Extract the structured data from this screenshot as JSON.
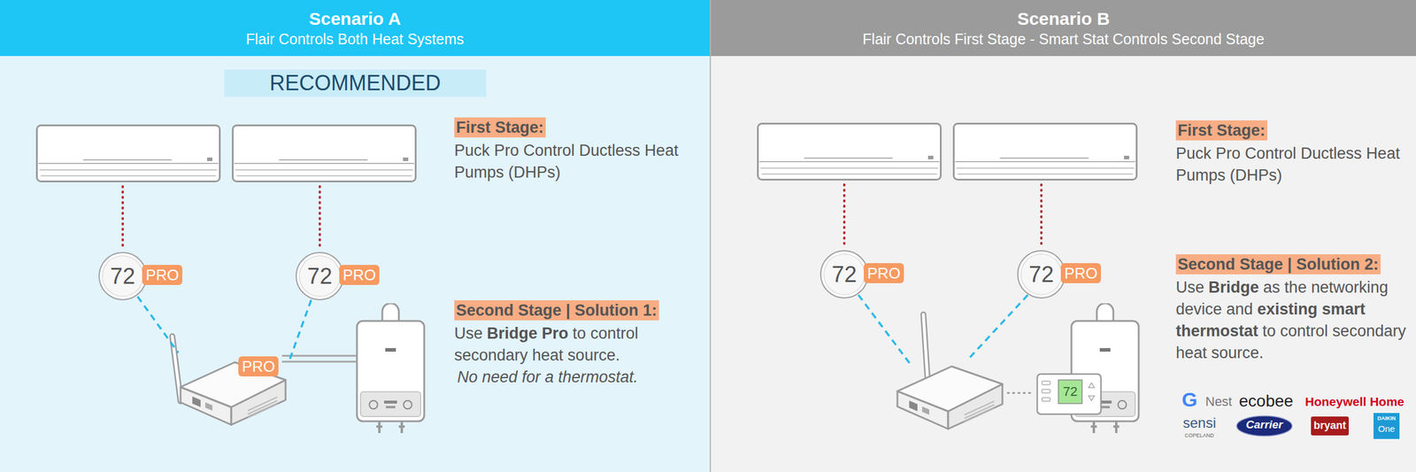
{
  "diagram": {
    "nodes": [
      {
        "text": [
          "Scenario A",
          "Flair Controls Both Heat Systems"
        ]
      },
      {
        "text": [
          "RECOMMENDED"
        ],
        "in": 0
      },
      {
        "text": [
          "72",
          "PRO"
        ],
        "in": 0
      },
      {
        "text": [
          "72",
          "PRO"
        ],
        "in": 0
      },
      {
        "text": [
          "PRO"
        ],
        "in": 0
      },
      {
        "text": [
          "Scenario B",
          "Flair Controls First Stage - Smart Stat Controls Second Stage"
        ]
      },
      {
        "text": [
          "72",
          "PRO"
        ],
        "in": 5
      },
      {
        "text": [
          "72",
          "PRO"
        ],
        "in": 5
      },
      {
        "text": [
          "72"
        ],
        "in": 5
      }
    ],
    "edges": [
      {
        "from": 2,
        "to": 4,
        "arrow": "none"
      },
      {
        "from": 3,
        "to": 4,
        "arrow": "none"
      }
    ],
    "labels": [
      "First Stage:",
      "Puck Pro Control Ductless Heat Pumps (DHPs)",
      "Second Stage | Solution 1:",
      "Use",
      "Bridge Pro",
      "to control secondary heat source.",
      "No need for a thermostat.",
      "First Stage:",
      "Puck Pro Control Ductless Heat Pumps (DHPs)",
      "Second Stage | Solution 2:",
      "Use",
      "Bridge",
      "as the networking device and",
      "existing smart thermostat",
      "to control secondary heat source.",
      "G",
      "Nest",
      "ecobee",
      "Honeywell Home",
      "sensi",
      "COPELAND",
      "Carrier",
      "bryant",
      "DAIKIN",
      "One"
    ]
  }
}
